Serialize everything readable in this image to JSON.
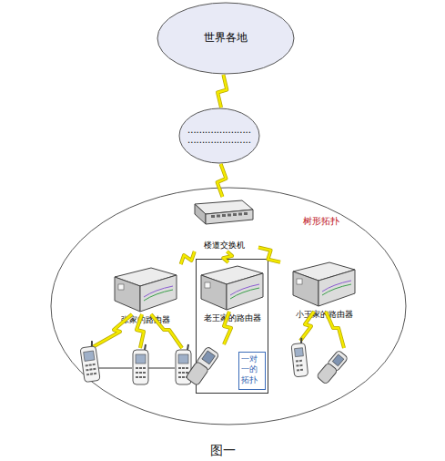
{
  "diagram": {
    "caption": "图一",
    "nodes": [
      {
        "text": [
          "世界各地"
        ]
      },
      {
        "text": [
          "......................",
          "......................"
        ]
      },
      {
        "text": [
          "树形拓扑"
        ]
      },
      {
        "text": [
          "楼道交换机"
        ],
        "in": 2
      },
      {
        "text": [
          "张家的路由器"
        ],
        "in": 2
      },
      {
        "text": [
          "一对一的拓扑"
        ],
        "in": 2
      },
      {
        "text": [
          "老王家的路由器"
        ],
        "in": 5
      },
      {
        "text": [
          "小王家的路由器"
        ],
        "in": 2
      }
    ],
    "edges": [
      {
        "from": 0,
        "to": 1,
        "arrow": "none"
      },
      {
        "from": 1,
        "to": 3,
        "arrow": "none"
      },
      {
        "from": 3,
        "to": 4,
        "arrow": "none"
      },
      {
        "from": 3,
        "to": 6,
        "arrow": "none"
      },
      {
        "from": 3,
        "to": 7,
        "arrow": "none"
      }
    ]
  }
}
